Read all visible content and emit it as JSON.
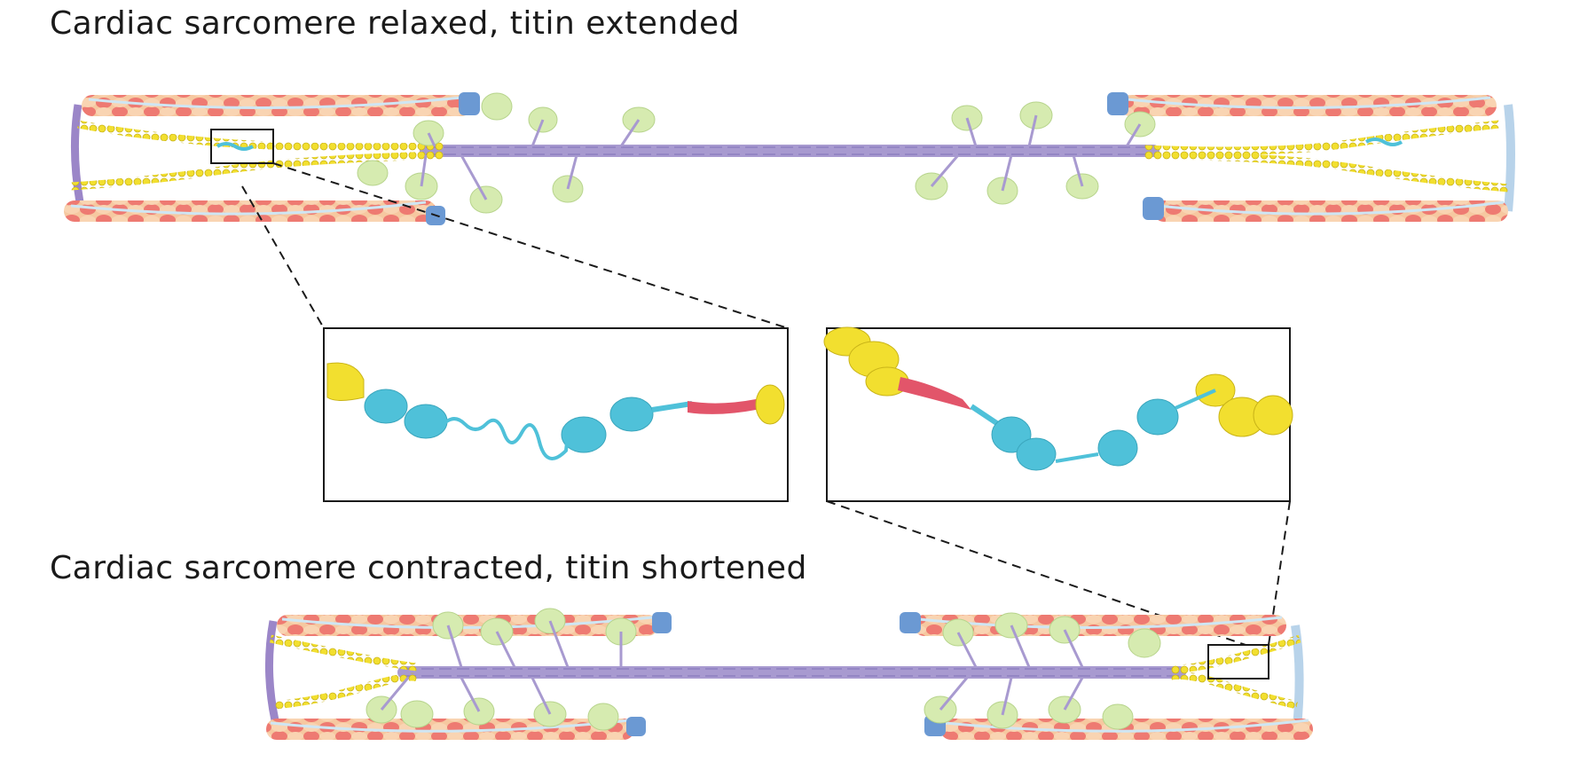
{
  "titles": {
    "relaxed": "Cardiac sarcomere relaxed, titin extended",
    "contracted": "Cardiac sarcomere contracted, titin shortened"
  },
  "colors": {
    "background": "#ffffff",
    "actin_red": "#ee7a72",
    "actin_peach": "#f6c8a0",
    "actin_strand": "#cfe6f3",
    "tropomodulin_blue": "#6b99d3",
    "myosin_thick": "#a89ad0",
    "myosin_head": "#d6ebb0",
    "titin_yellow": "#f2df2f",
    "titin_cyan": "#4fc1d9",
    "titin_pevk_red": "#e2556a",
    "z_disc_purple": "#9b86c8",
    "frame": "#1a1a1a"
  },
  "icons": {
    "zoom_connector": "dashed-line",
    "zoom_box": "rectangle-outline"
  }
}
